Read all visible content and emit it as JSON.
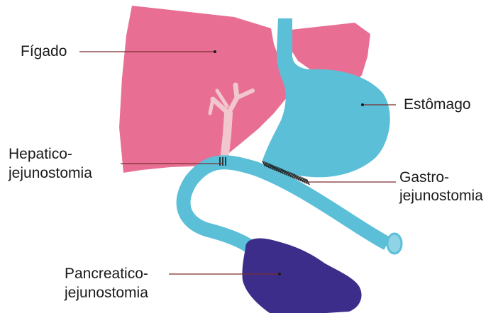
{
  "labels": {
    "figado": "Fígado",
    "estomago": "Estômago",
    "hepatico_line1": "Hepatico-",
    "hepatico_line2": "jejunostomia",
    "gastro_line1": "Gastro-",
    "gastro_line2": "jejunostomia",
    "pancreatico_line1": "Pancreatico-",
    "pancreatico_line2": "jejunostomia"
  },
  "colors": {
    "liver": "#e86f93",
    "bile_duct": "#f2c6cd",
    "stomach": "#5bbfd8",
    "jejunum": "#5bbfd8",
    "pancreas": "#3d2d8a",
    "leader_line": "#7a2f2f",
    "suture": "#1a1a1a"
  }
}
